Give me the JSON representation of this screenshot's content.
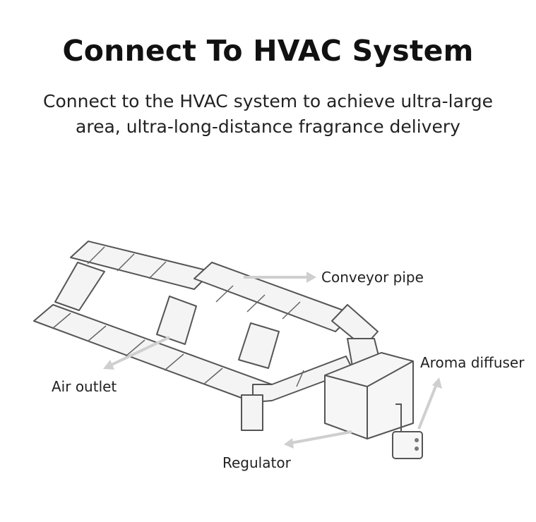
{
  "title": "Connect To HVAC System",
  "subtitle_lines": [
    "Connect to the HVAC system to achieve ultra-large",
    "area, ultra-long-distance fragrance delivery"
  ],
  "labels": {
    "conveyor_pipe": "Conveyor pipe",
    "aroma_diffuser": "Aroma diffuser",
    "air_outlet": "Air outlet",
    "regulator": "Regulator"
  },
  "colors": {
    "pipe_stroke": "#555555",
    "pipe_fill": "#f4f4f4",
    "arrow": "#cfcfcf",
    "text": "#222222"
  }
}
